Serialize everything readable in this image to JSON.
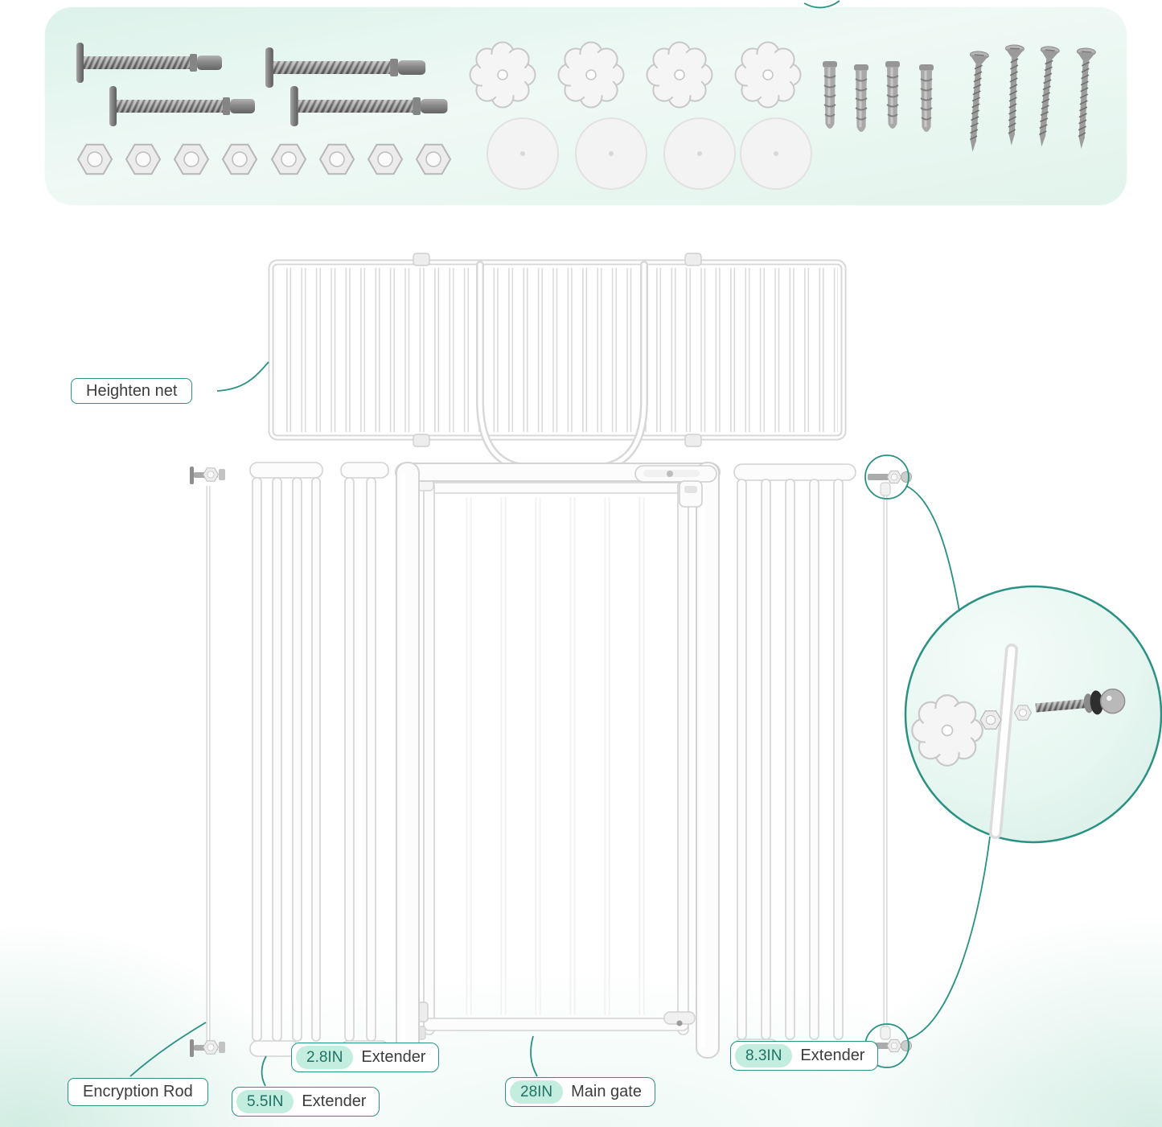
{
  "theme": {
    "accent": "#2a9183",
    "pill_bg": "#c3eddf",
    "pill_text": "#1f7265",
    "label_text": "#3c3c3c",
    "panel_tint": "#e4f5ee",
    "metal_gray": "#8d8d8d",
    "part_outline": "#d3d3d3"
  },
  "callouts": {
    "heighten_net": "Heighten net",
    "encryption_rod": "Encryption Rod",
    "extender_55": {
      "size": "5.5IN",
      "label": "Extender"
    },
    "extender_28": {
      "size": "2.8IN",
      "label": "Extender"
    },
    "extender_83": {
      "size": "8.3IN",
      "label": "Extender"
    },
    "main_gate": {
      "size": "28IN",
      "label": "Main gate"
    }
  },
  "hardware": {
    "tension_bolts": 4,
    "hex_nuts": 8,
    "spinner_knobs": 4,
    "wall_cups": 4,
    "wall_anchors": 4,
    "screws": 4
  }
}
